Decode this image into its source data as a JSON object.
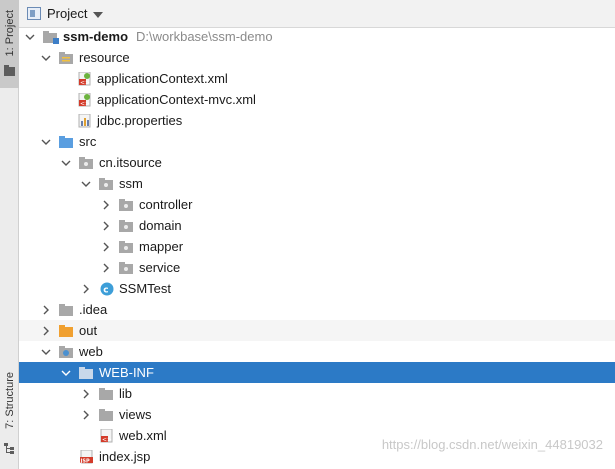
{
  "stripe": {
    "project_tab": "1: Project",
    "structure_tab": "7: Structure"
  },
  "header": {
    "title": "Project"
  },
  "tree": {
    "root": {
      "label": "ssm-demo",
      "path": "D:\\workbase\\ssm-demo"
    },
    "resource": "resource",
    "app_ctx": "applicationContext.xml",
    "app_ctx_mvc": "applicationContext-mvc.xml",
    "jdbc": "jdbc.properties",
    "src": "src",
    "pkg": "cn.itsource",
    "ssm": "ssm",
    "controller": "controller",
    "domain": "domain",
    "mapper": "mapper",
    "service": "service",
    "ssmtest": "SSMTest",
    "idea": ".idea",
    "out": "out",
    "web": "web",
    "webinf": "WEB-INF",
    "lib": "lib",
    "views": "views",
    "webxml": "web.xml",
    "indexjsp": "index.jsp"
  },
  "watermark": "https://blog.csdn.net/weixin_44819032",
  "colors": {
    "selection": "#2c7ac6",
    "folder": "#a8a8a8",
    "orange_folder": "#f0a030",
    "xml_red": "#d33b2a",
    "java_class": "#3d9ed8"
  }
}
